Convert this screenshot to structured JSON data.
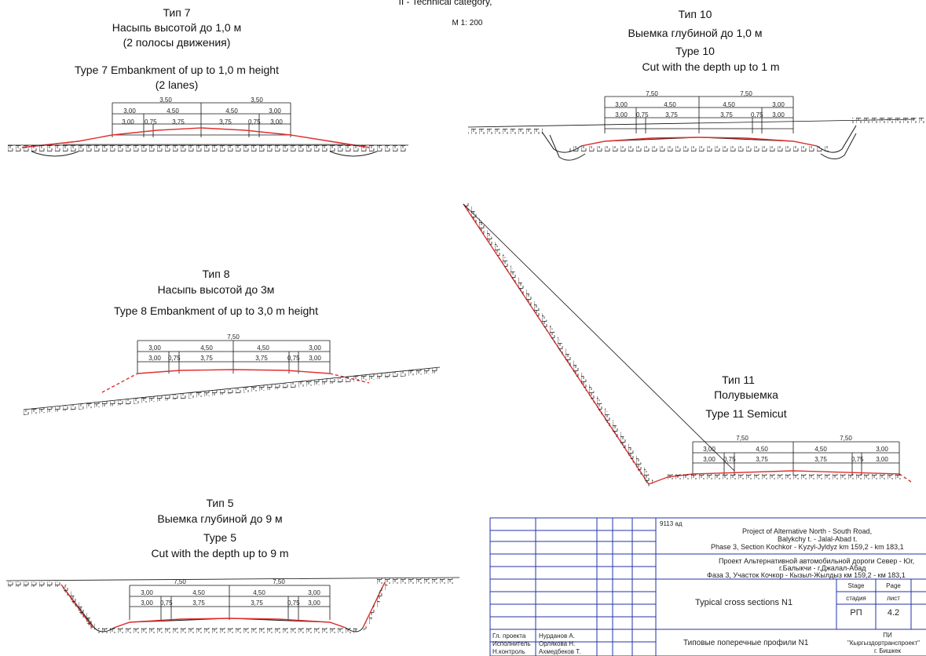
{
  "header": {
    "category": "II - Technical category,",
    "scale": "M 1: 200"
  },
  "sections": {
    "type7": {
      "ru_title": "Тип  7",
      "ru_desc": "Насыпь  высотой  до  1,0 м",
      "ru_lanes": "(2 полосы движения)",
      "en_desc": "Type 7 Embankment  of  up  to  1,0 m  height",
      "en_lanes": "(2 lanes)",
      "dims_top": [
        "3,50",
        "3,50"
      ],
      "dims_mid": [
        "3,00",
        "4,50",
        "4,50",
        "3,00"
      ],
      "dims_low": [
        "3,00",
        "0,75",
        "3,75",
        "3,75",
        "0,75",
        "3,00"
      ]
    },
    "type8": {
      "ru_title": "Тип 8",
      "ru_desc": "Насыпь  высотой  до  3м",
      "en_desc": "Type 8 Embankment  of  up  to  3,0 m  height",
      "dims_top": [
        "7,50"
      ],
      "dims_mid": [
        "3,00",
        "4,50",
        "4,50",
        "3,00"
      ],
      "dims_low": [
        "3,00",
        "0,75",
        "3,75",
        "3,75",
        "0,75",
        "3,00"
      ]
    },
    "type5": {
      "ru_title": "Тип 5",
      "ru_desc": "Выемка глубиной до  9 м",
      "en_title": "Type 5",
      "en_desc": "Cut with the depth up to 9 m",
      "dims_top": [
        "7,50",
        "7,50"
      ],
      "dims_mid": [
        "3,00",
        "4,50",
        "4,50",
        "3,00"
      ],
      "dims_low": [
        "3,00",
        "0,75",
        "3,75",
        "3,75",
        "0,75",
        "3,00"
      ]
    },
    "type10": {
      "ru_title": "Тип 10",
      "ru_desc": "Выемка глубиной  до 1,0  м",
      "en_title": "Type 10",
      "en_desc": "Cut with the depth up to 1 m",
      "dims_top": [
        "7,50",
        "7,50"
      ],
      "dims_mid": [
        "3,00",
        "4,50",
        "4,50",
        "3,00"
      ],
      "dims_low": [
        "3,00",
        "0,75",
        "3,75",
        "3,75",
        "0,75",
        "3,00"
      ]
    },
    "type11": {
      "ru_title": "Тип 11",
      "ru_desc": "Полувыемка",
      "en_desc": "Type 11  Semicut",
      "dims_top": [
        "7,50",
        "7,50"
      ],
      "dims_mid": [
        "3,00",
        "4,50",
        "4,50",
        "3,00"
      ],
      "dims_low": [
        "3,00",
        "0,75",
        "3,75",
        "3,75",
        "0,75",
        "3,00"
      ]
    }
  },
  "stamp": {
    "code": "9113 ад",
    "project_en_1": "Project of Alternative North - South Road,",
    "project_en_2": "Balykchy t. - Jalal-Abad t.",
    "project_en_3": "Phase 3, Section Kochkor - Kyzyl-Jyldyz  km 159,2 - km 183,1",
    "project_ru_1": "Проект Альтернативной  автомобильной дороги  Север - Юг,",
    "project_ru_2": "г.Балыкчи - г.Джалал-Абад",
    "project_ru_3": "Фаза 3, Участок Кочкор - Кызыл-Жылдыз км 159,2 - км 183,1",
    "title_en": "Typical cross sections N1",
    "title_ru": "Типовые поперечные  профили N1",
    "col_stage_en": "Stage",
    "col_page_en": "Page",
    "col_stage_ru": "стадия",
    "col_page_ru": "лист",
    "stage_value": "РП",
    "page_value": "4.2",
    "org_1": "ПИ",
    "org_2": "\"Кыргыздортранспроект\"",
    "org_3": "г. Бишкек",
    "role_1": "Гл. проекта",
    "name_1": "Нурданов А.",
    "role_2": "Исполнитель",
    "name_2": "Орлякова Н.",
    "role_3": "Н.контроль",
    "name_3": "Ахмедбеков Т."
  },
  "colors": {
    "line": "#111111",
    "grade": "#e0302f",
    "frame": "#2233aa"
  }
}
